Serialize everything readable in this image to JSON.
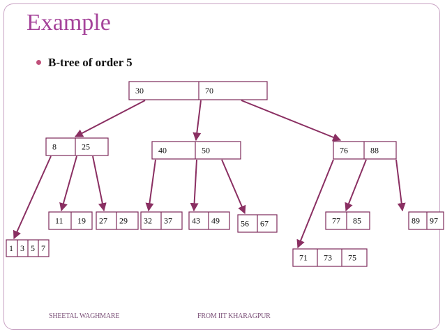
{
  "title": "Example",
  "bullet": "B-tree of order 5",
  "footer": {
    "left": "SHEETAL WAGHMARE",
    "right": "FROM IIT KHARAGPUR"
  },
  "colors": {
    "title": "#a5449a",
    "edge": "#8a2f62",
    "node_border": "#7d2a5a"
  },
  "tree": {
    "nodes": [
      {
        "id": "root",
        "keys": [
          "30",
          "70"
        ]
      },
      {
        "id": "n-8-25",
        "keys": [
          "8",
          "25"
        ]
      },
      {
        "id": "n-40-50",
        "keys": [
          "40",
          "50"
        ]
      },
      {
        "id": "n-76-88",
        "keys": [
          "76",
          "88"
        ]
      },
      {
        "id": "leaf-1-3-5-7",
        "keys": [
          "1",
          "3",
          "5",
          "7"
        ]
      },
      {
        "id": "leaf-11-19",
        "keys": [
          "11",
          "19"
        ]
      },
      {
        "id": "leaf-27-29",
        "keys": [
          "27",
          "29"
        ]
      },
      {
        "id": "leaf-32-37",
        "keys": [
          "32",
          "37"
        ]
      },
      {
        "id": "leaf-43-49",
        "keys": [
          "43",
          "49"
        ]
      },
      {
        "id": "leaf-56-67",
        "keys": [
          "56",
          "67"
        ]
      },
      {
        "id": "leaf-71-73-75",
        "keys": [
          "71",
          "73",
          "75"
        ]
      },
      {
        "id": "leaf-77-85",
        "keys": [
          "77",
          "85"
        ]
      },
      {
        "id": "leaf-89-97",
        "keys": [
          "89",
          "97"
        ]
      }
    ],
    "edges": [
      [
        "root",
        "n-8-25"
      ],
      [
        "root",
        "n-40-50"
      ],
      [
        "root",
        "n-76-88"
      ],
      [
        "n-8-25",
        "leaf-1-3-5-7"
      ],
      [
        "n-8-25",
        "leaf-11-19"
      ],
      [
        "n-8-25",
        "leaf-27-29"
      ],
      [
        "n-40-50",
        "leaf-32-37"
      ],
      [
        "n-40-50",
        "leaf-43-49"
      ],
      [
        "n-40-50",
        "leaf-56-67"
      ],
      [
        "n-76-88",
        "leaf-71-73-75"
      ],
      [
        "n-76-88",
        "leaf-77-85"
      ],
      [
        "n-76-88",
        "leaf-89-97"
      ]
    ]
  }
}
